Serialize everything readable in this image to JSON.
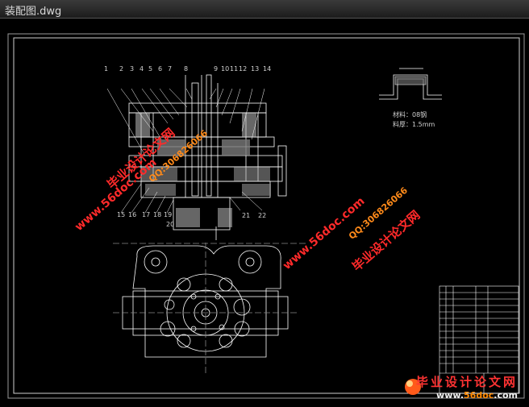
{
  "window": {
    "title": "装配图.dwg"
  },
  "drawing": {
    "part_labels_top": [
      "1",
      "2",
      "3",
      "4",
      "5",
      "6",
      "7",
      "8",
      "9",
      "10",
      "11",
      "12",
      "13",
      "14"
    ],
    "part_labels_bottom": [
      "15",
      "16",
      "17",
      "18",
      "19",
      "20",
      "21",
      "22"
    ],
    "material_label": "材料：08钢",
    "thickness_label": "料厚：1.5mm"
  },
  "watermarks": {
    "site_cn": "毕业设计论文网",
    "qq": "QQ:306826066",
    "url": "www.56doc.com"
  },
  "footer_brand": {
    "cn": "毕业设计论文网",
    "url_prefix": "www.",
    "url_domain": "56doc",
    "url_suffix": ".com"
  },
  "colors": {
    "background": "#000000",
    "lines": "#ffffff",
    "watermark_red": "#ff2a2a",
    "watermark_orange": "#ff8a1a"
  }
}
